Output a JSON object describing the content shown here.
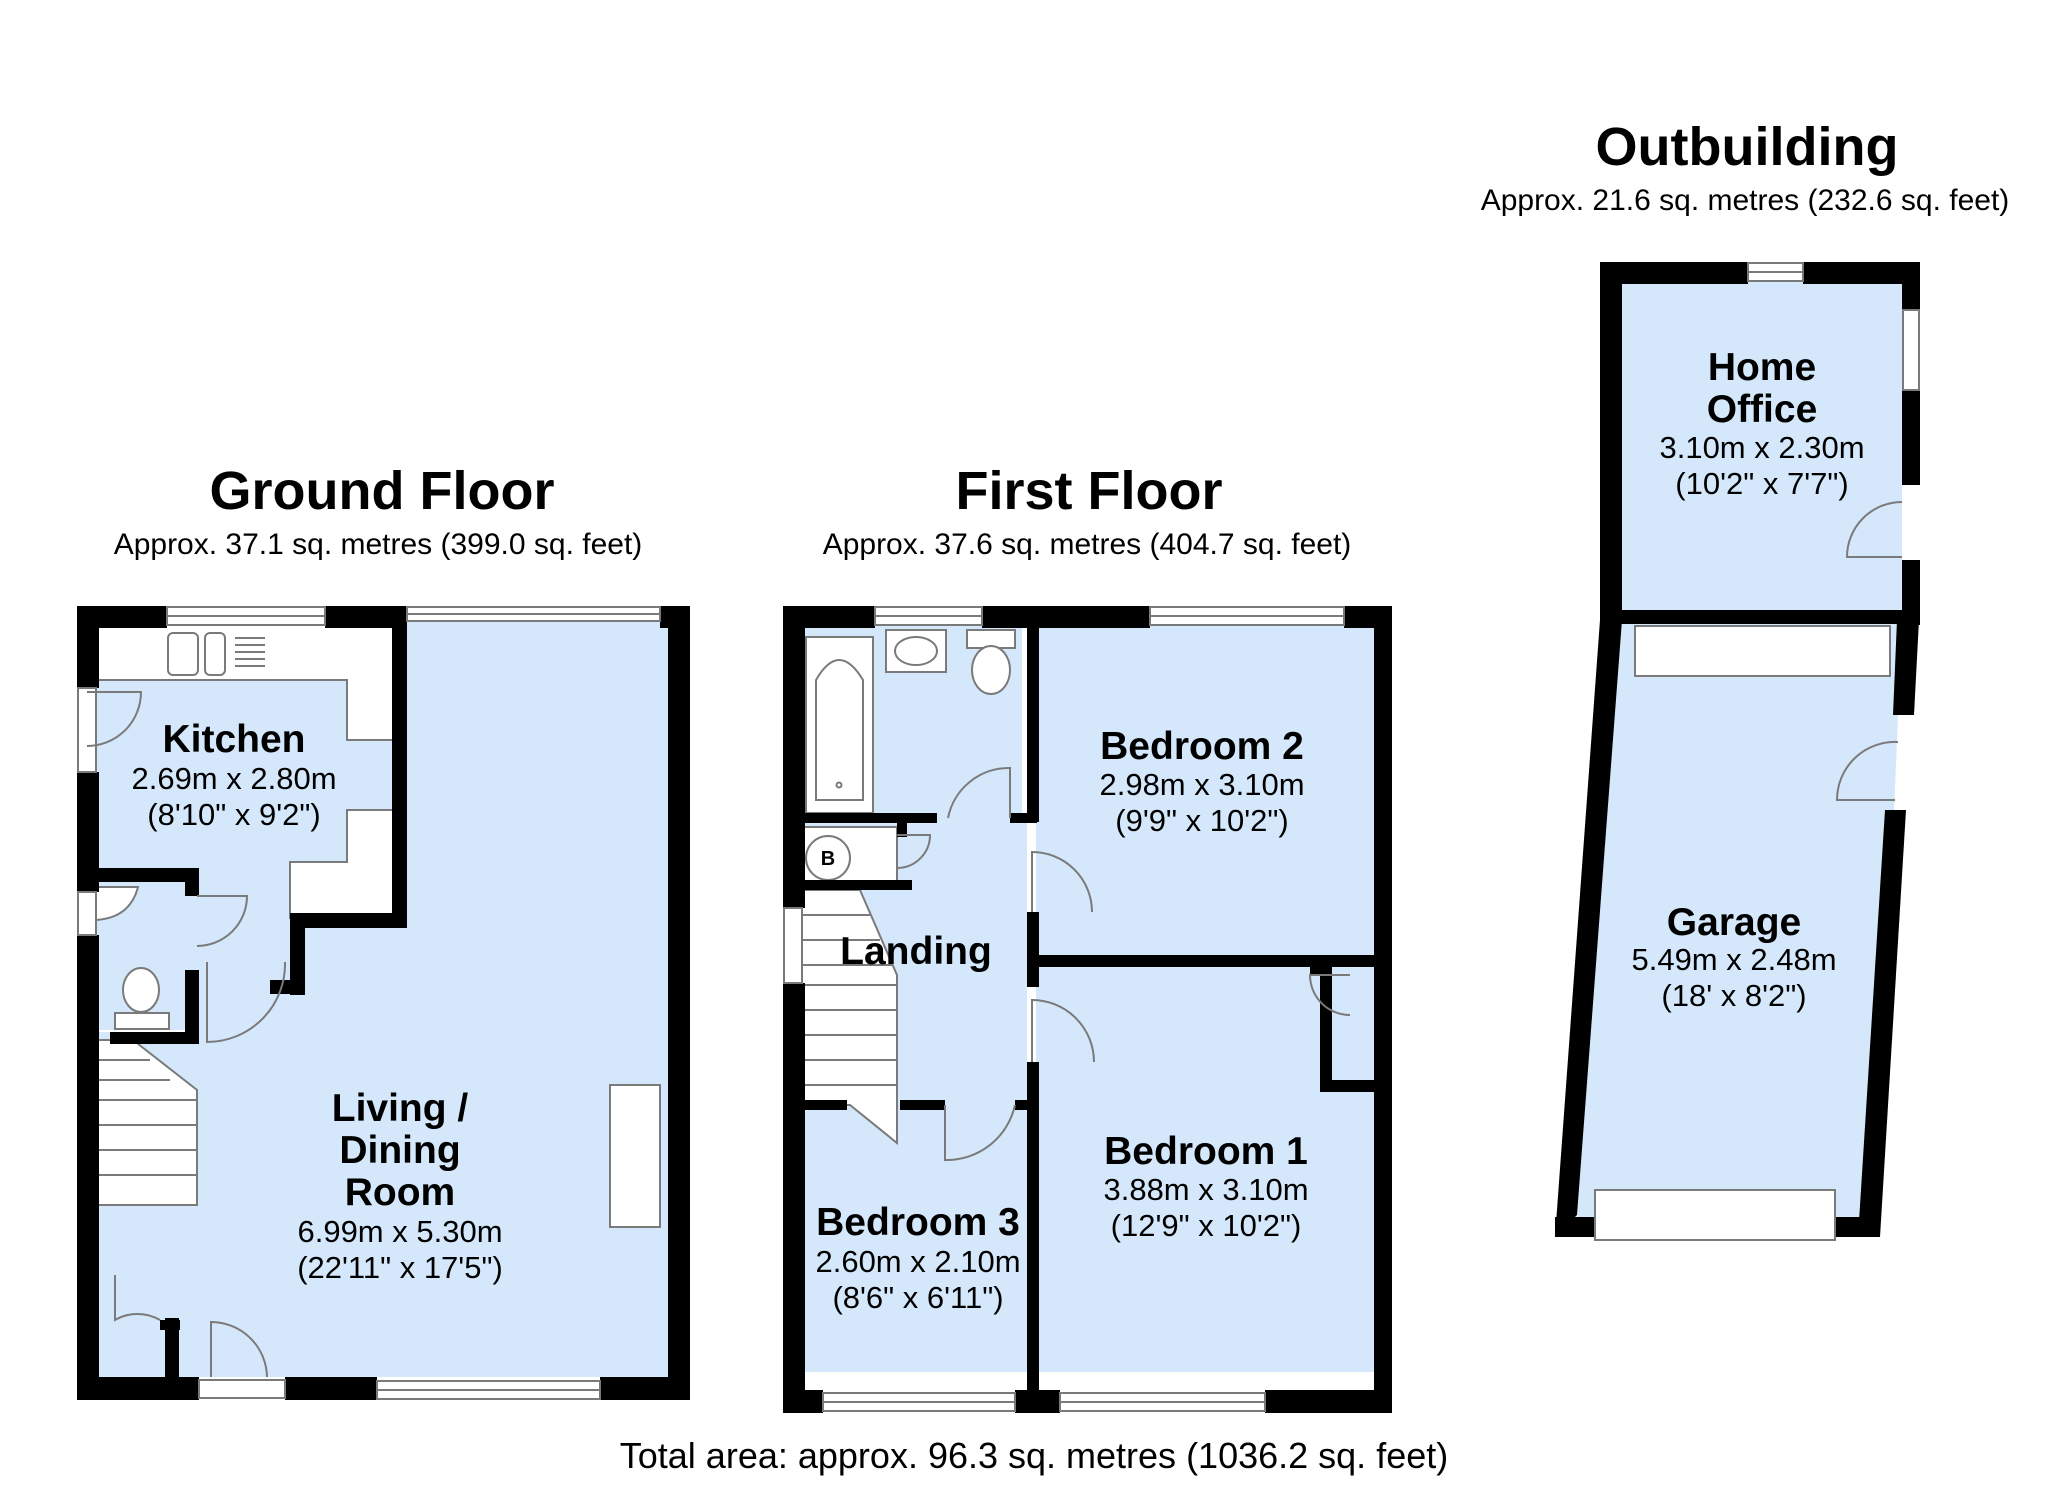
{
  "colors": {
    "room_fill": "#d5e8fb",
    "wall": "#000000",
    "fixture_outline": "#7a7a7a",
    "background": "#ffffff"
  },
  "ground_floor": {
    "title": "Ground Floor",
    "area": "Approx. 37.1 sq. metres (399.0 sq. feet)",
    "rooms": {
      "kitchen": {
        "name": "Kitchen",
        "metric": "2.69m x 2.80m",
        "imperial": "(8'10\" x 9'2\")"
      },
      "living": {
        "name_lines": [
          "Living /",
          "Dining",
          "Room"
        ],
        "metric": "6.99m x 5.30m",
        "imperial": "(22'11\" x 17'5\")"
      }
    }
  },
  "first_floor": {
    "title": "First Floor",
    "area": "Approx. 37.6 sq. metres (404.7 sq. feet)",
    "boiler_label": "B",
    "rooms": {
      "bedroom2": {
        "name": "Bedroom 2",
        "metric": "2.98m x 3.10m",
        "imperial": "(9'9\" x 10'2\")"
      },
      "landing": {
        "name": "Landing"
      },
      "bedroom3": {
        "name": "Bedroom 3",
        "metric": "2.60m x 2.10m",
        "imperial": "(8'6\" x 6'11\")"
      },
      "bedroom1": {
        "name": "Bedroom 1",
        "metric": "3.88m x 3.10m",
        "imperial": "(12'9\" x 10'2\")"
      }
    }
  },
  "outbuilding": {
    "title": "Outbuilding",
    "area": "Approx. 21.6 sq. metres (232.6 sq. feet)",
    "rooms": {
      "office": {
        "name_lines": [
          "Home",
          "Office"
        ],
        "metric": "3.10m x 2.30m",
        "imperial": "(10'2\" x 7'7\")"
      },
      "garage": {
        "name": "Garage",
        "metric": "5.49m x 2.48m",
        "imperial": "(18' x 8'2\")"
      }
    }
  },
  "total_area": "Total area: approx. 96.3 sq. metres (1036.2 sq. feet)"
}
